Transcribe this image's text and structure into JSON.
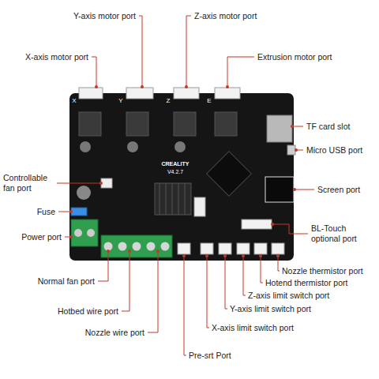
{
  "diagram": {
    "labels": [
      "Y-axis motor port",
      "Z-axis motor port",
      "X-axis motor port",
      "Extrusion motor port",
      "TF card slot",
      "Micro USB port",
      "Controllable fan port",
      "Screen port",
      "Fuse",
      "BL-Touch optional port",
      "Power port",
      "Nozzle thermistor port",
      "Hotend thermistor port",
      "Z-axis limit switch port",
      "Normal fan port",
      "Y-axis limit switch port",
      "Hotbed wire port",
      "X-axis limit switch port",
      "Nozzle wire port",
      "Pre-srt Port",
      "X",
      "Y",
      "Z",
      "E",
      "CREALITY",
      "V4.2.7"
    ]
  }
}
